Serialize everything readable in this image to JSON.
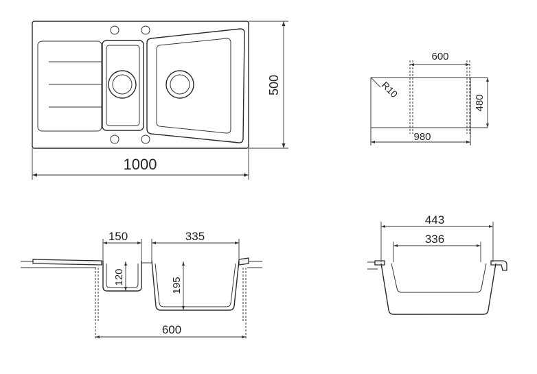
{
  "drawing": {
    "top_view": {
      "width_label": "1000",
      "height_label": "500"
    },
    "cutout_view": {
      "radius_label": "R10",
      "top_label": "600",
      "height_label": "480",
      "bottom_label": "980"
    },
    "front_section": {
      "small_bowl_width_label": "150",
      "large_bowl_width_label": "335",
      "small_bowl_depth_label": "120",
      "large_bowl_depth_label": "195",
      "cabinet_width_label": "600"
    },
    "side_section": {
      "outer_width_label": "443",
      "inner_width_label": "336"
    }
  }
}
